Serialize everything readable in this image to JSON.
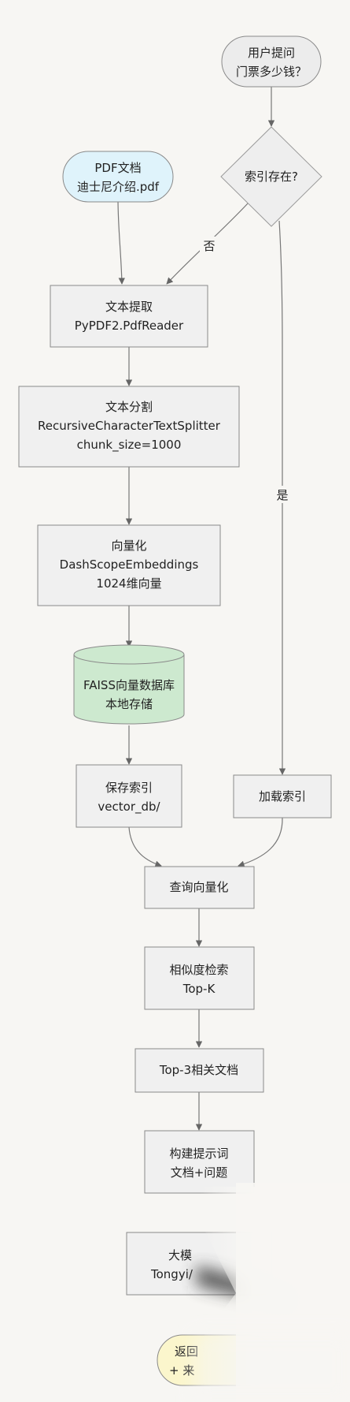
{
  "nodes": {
    "user_question": [
      "用户提问",
      "门票多少钱？"
    ],
    "pdf_doc": [
      "PDF文档",
      "迪士尼介绍.pdf"
    ],
    "index_exists": [
      "索引存在?"
    ],
    "text_extract": [
      "文本提取",
      "PyPDF2.PdfReader"
    ],
    "text_split": [
      "文本分割",
      "RecursiveCharacterTextSplitter",
      "chunk_size=1000"
    ],
    "vectorize": [
      "向量化",
      "DashScopeEmbeddings",
      "1024维向量"
    ],
    "faiss_db": [
      "FAISS向量数据库",
      "本地存储"
    ],
    "save_index": [
      "保存索引",
      "vector_db/"
    ],
    "load_index": [
      "加载索引"
    ],
    "query_vectorize": [
      "查询向量化"
    ],
    "similarity_search": [
      "相似度检索",
      "Top-K"
    ],
    "top3_docs": [
      "Top-3相关文档"
    ],
    "build_prompt": [
      "构建提示词",
      "文档+问题"
    ],
    "llm": [
      "大模",
      "Tongyi/"
    ],
    "return_answer": [
      "返回",
      "+ 来"
    ]
  },
  "edge_labels": {
    "no": "否",
    "yes": "是"
  },
  "colors": {
    "background": "#f7f6f3",
    "node_fill": "#f0f0f0",
    "pdf_fill": "#dff3fb",
    "db_fill": "#cde9cf",
    "answer_fill": "#fbf6cc",
    "stroke": "#8a8a8a"
  }
}
